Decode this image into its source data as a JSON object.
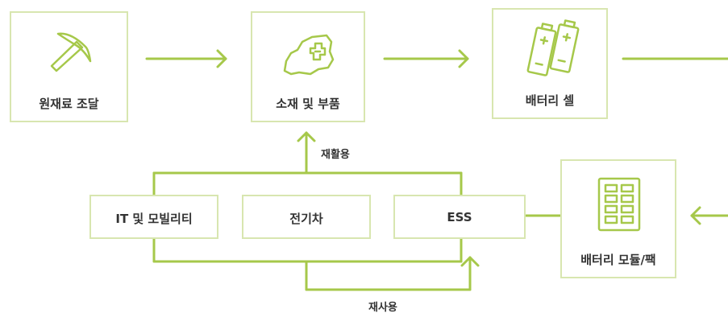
{
  "colors": {
    "accent": "#a6c84a",
    "box_border": "#d8e6b0",
    "text": "#333333"
  },
  "supply_chain": {
    "raw_material": {
      "label": "원재료 조달",
      "icon": "pickaxe-icon"
    },
    "materials": {
      "label": "소재 및 부품",
      "icon": "material-map-icon"
    },
    "battery_cell": {
      "label": "배터리 셀",
      "icon": "battery-cells-icon"
    },
    "battery_module": {
      "label": "배터리 모듈/팩",
      "icon": "battery-module-icon"
    }
  },
  "applications": [
    {
      "label": "IT 및 모빌리티"
    },
    {
      "label": "전기차"
    },
    {
      "label": "ESS"
    }
  ],
  "flows": {
    "recycle": "재활용",
    "reuse": "재사용"
  }
}
